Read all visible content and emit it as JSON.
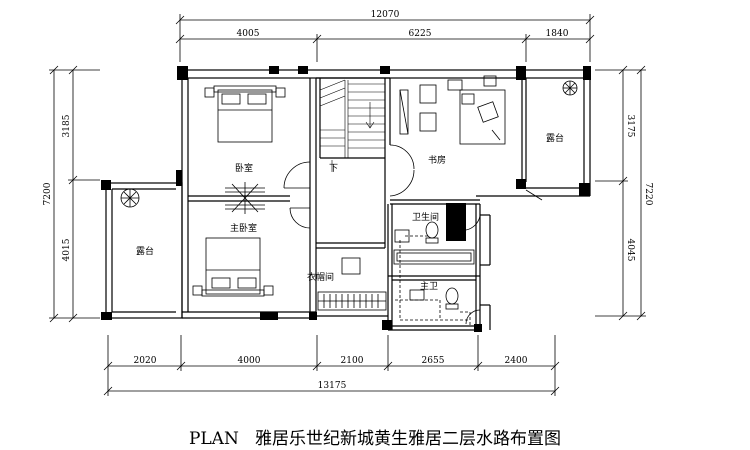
{
  "title": {
    "prefix": "PLAN",
    "name": "雅居乐世纪新城黄生雅居二层水路布置图"
  },
  "dimensions": {
    "top_total": "12070",
    "top_segments": [
      "4005",
      "6225",
      "1840"
    ],
    "bottom_total": "13175",
    "bottom_segments": [
      "2020",
      "4000",
      "2100",
      "2655",
      "2400"
    ],
    "left_total": "7200",
    "left_segments": [
      "3185",
      "4015"
    ],
    "right_total": "7220",
    "right_segments": [
      "3175",
      "4045"
    ]
  },
  "rooms": {
    "bedroom": "卧室",
    "master_bedroom": "主卧室",
    "study": "书房",
    "balcony_right": "露台",
    "balcony_left": "露台",
    "bathroom": "卫生间",
    "master_bath": "主卫",
    "closet": "衣帽间",
    "stair_down": "下"
  },
  "colors": {
    "line": "#000000",
    "background": "#ffffff"
  }
}
